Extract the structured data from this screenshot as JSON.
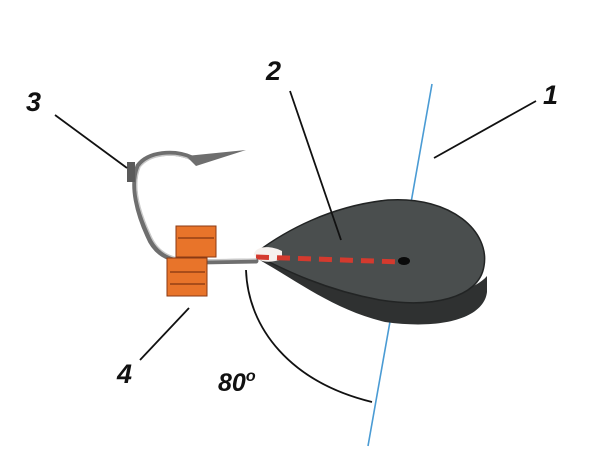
{
  "diagram": {
    "callouts": {
      "line": "1",
      "weight": "2",
      "hook": "3",
      "bait": "4"
    },
    "angle": {
      "value": "80",
      "unit": "o"
    },
    "colors": {
      "line": "#4a9bd4",
      "weight_body": "#4a4e4e",
      "weight_side": "#2f3131",
      "channel": "#d43a2e",
      "hook": "#6e6e6e",
      "bait": "#e8742a",
      "ink": "#111111"
    }
  }
}
